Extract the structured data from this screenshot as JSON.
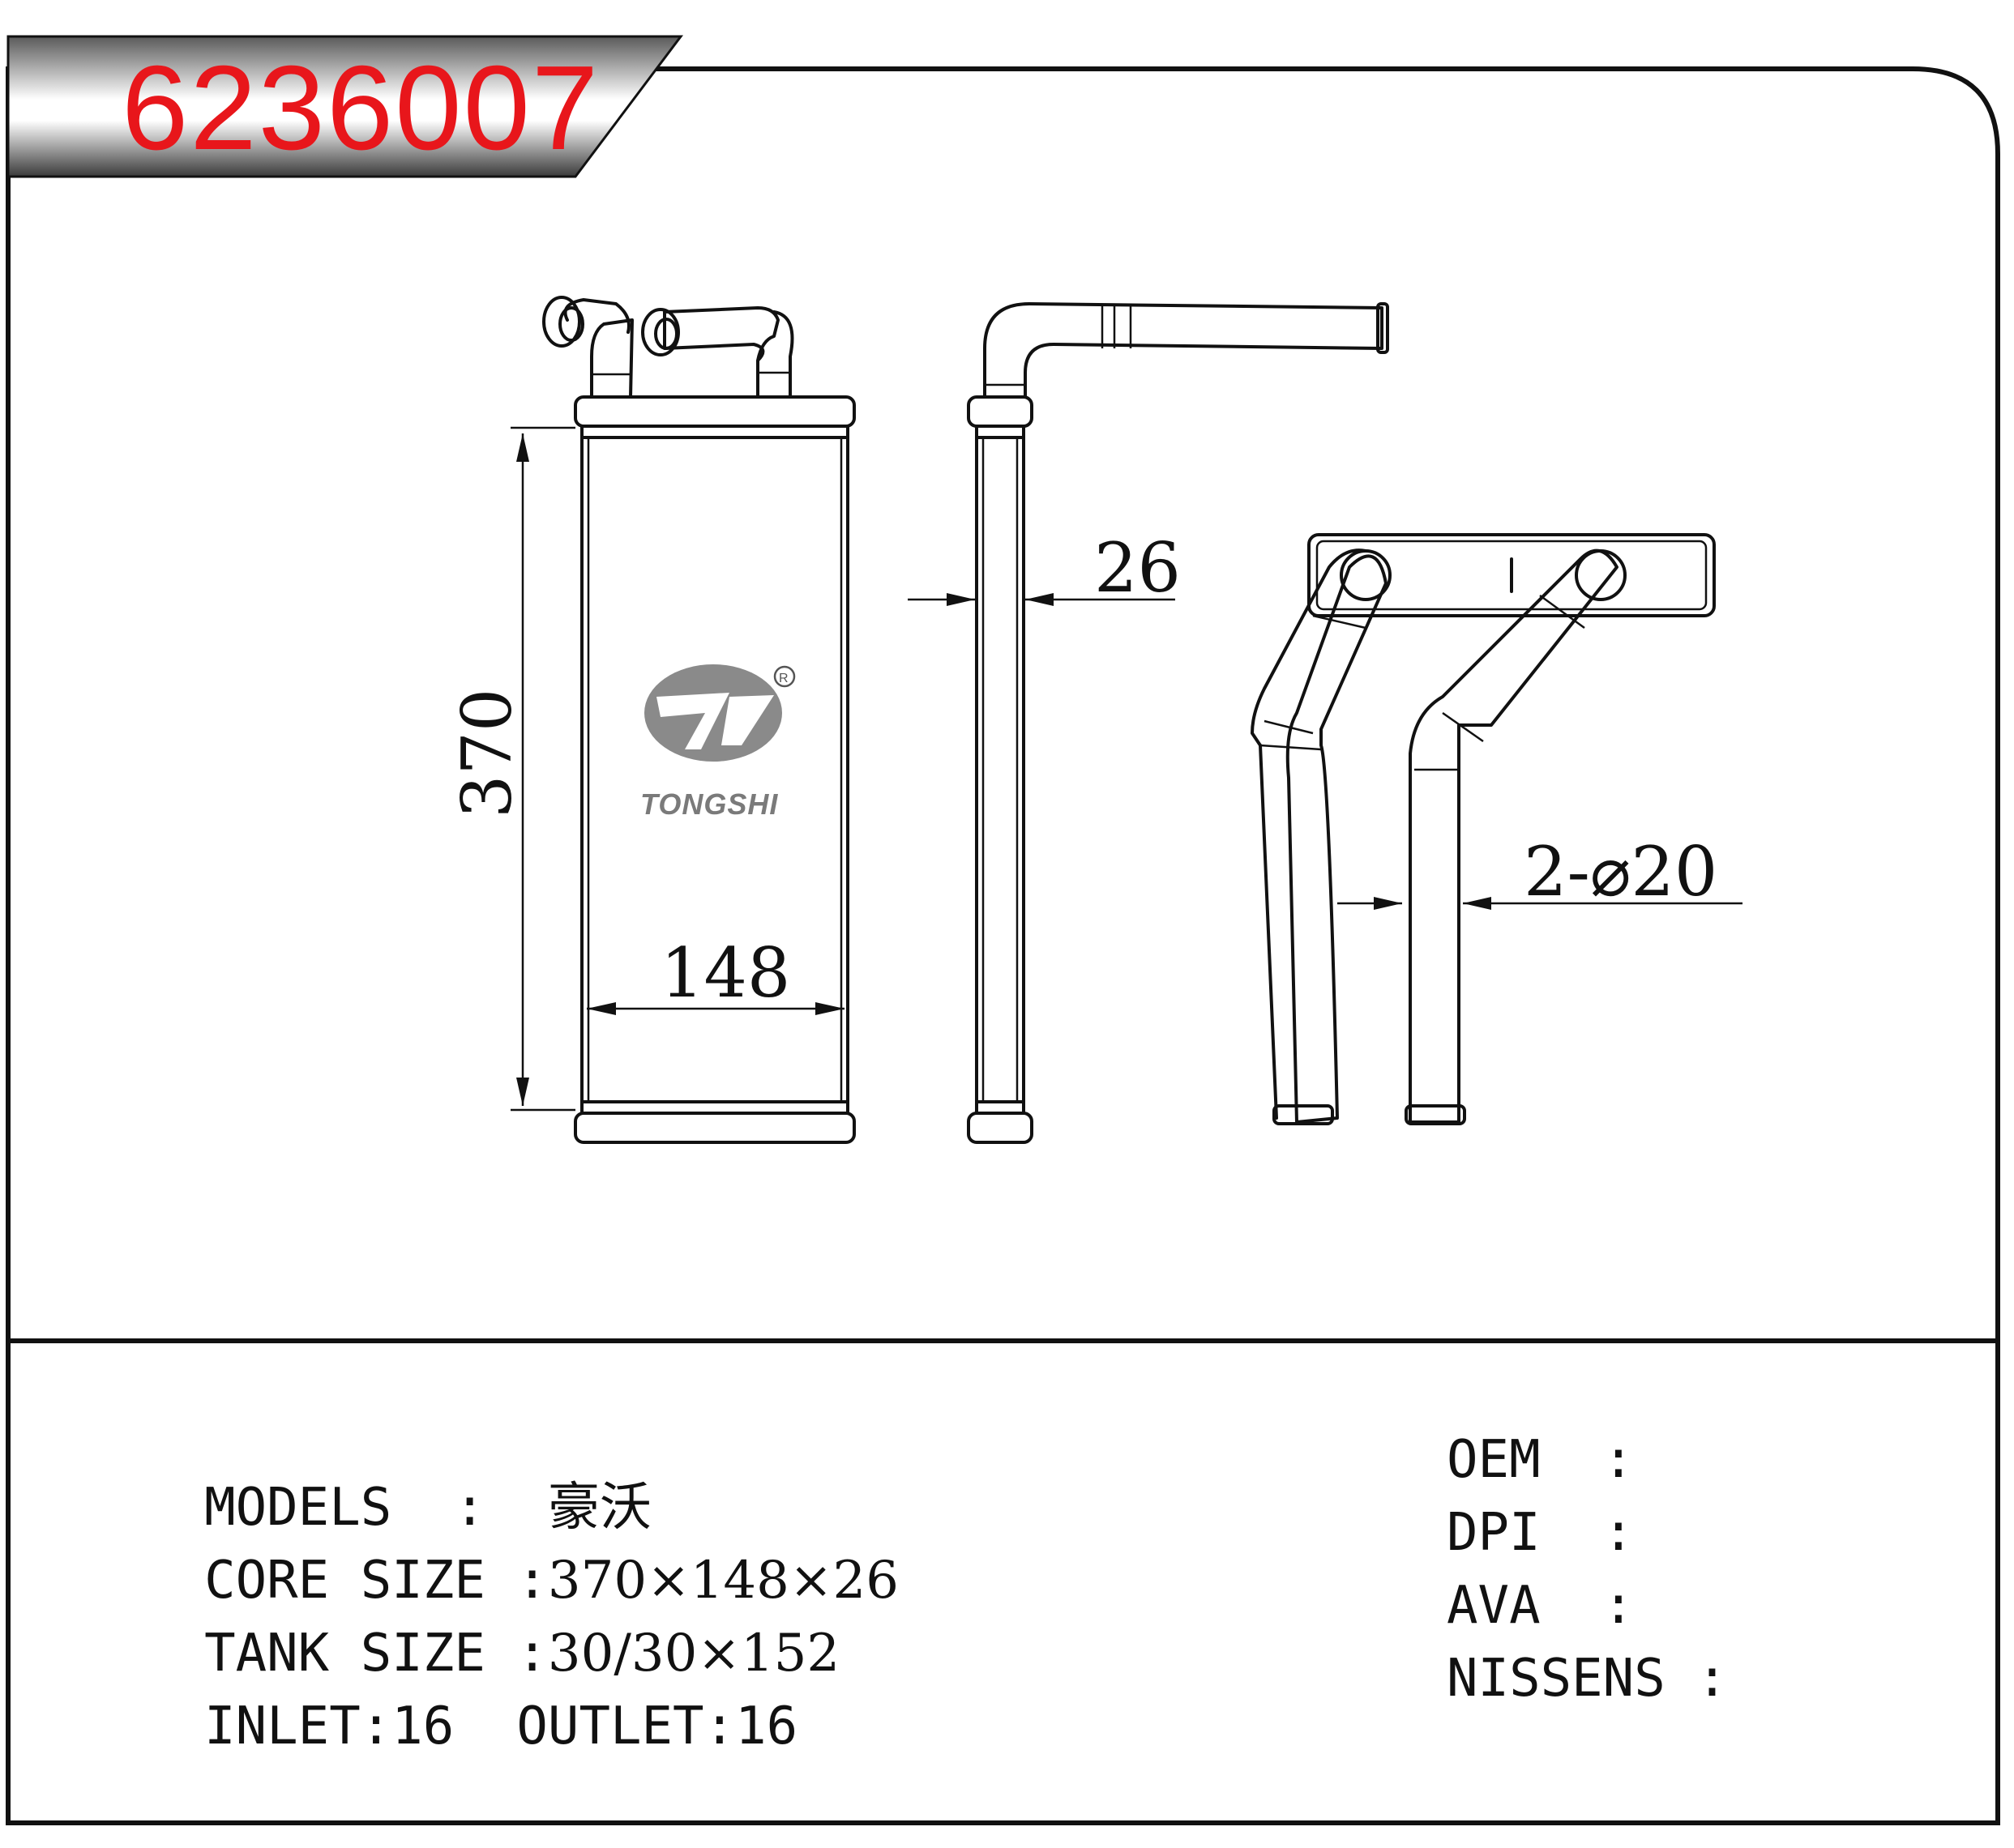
{
  "part_number": "6236007",
  "brand": {
    "name": "TONGSHI",
    "registered_mark": "R",
    "logo_color": "#8a8a8a"
  },
  "accent_color": "#e8161b",
  "dimensions": {
    "height": "370",
    "width": "148",
    "depth": "26",
    "pipes": "2-⌀20"
  },
  "specs_left": [
    {
      "label": "MODELS  :  ",
      "value": "豪沃"
    },
    {
      "label": "CORE SIZE :",
      "value": "370×148×26"
    },
    {
      "label": "TANK SIZE :",
      "value": "30/30×152"
    },
    {
      "label": "INLET:16  OUTLET:16",
      "value": ""
    }
  ],
  "specs_right": [
    {
      "label": "OEM  :"
    },
    {
      "label": "DPI  :"
    },
    {
      "label": "AVA  :"
    },
    {
      "label": "NISSENS :"
    }
  ]
}
